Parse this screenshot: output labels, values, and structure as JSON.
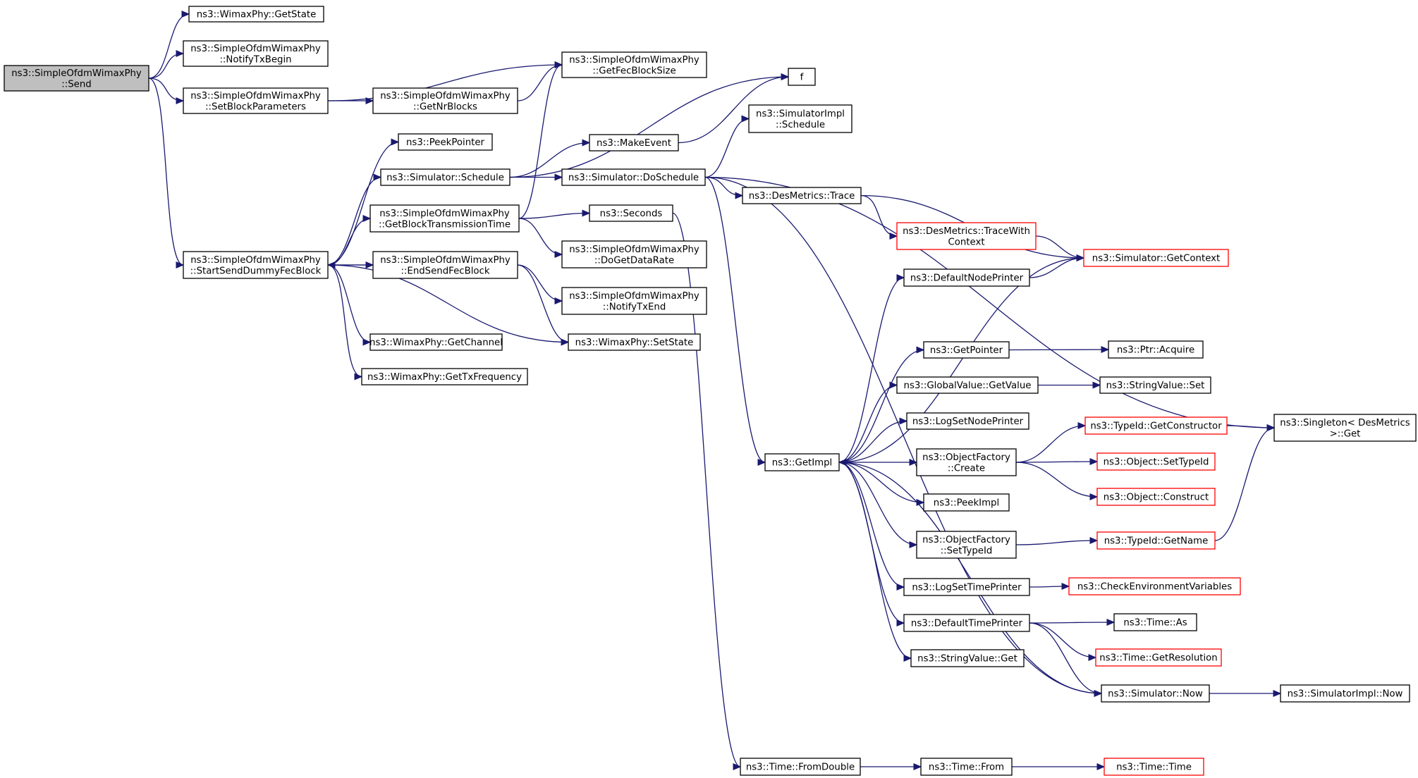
{
  "colors": {
    "edge": "#191970",
    "root_fill": "#bfbfbf",
    "node_fill": "#ffffff",
    "node_border": "#000000",
    "truncated_border": "#ff0000"
  },
  "nodes": {
    "send": {
      "lines": [
        "ns3::SimpleOfdmWimaxPhy",
        "::Send"
      ],
      "root": true
    },
    "getstate": {
      "lines": [
        "ns3::WimaxPhy::GetState"
      ]
    },
    "notifytxbegin": {
      "lines": [
        "ns3::SimpleOfdmWimaxPhy",
        "::NotifyTxBegin"
      ]
    },
    "setblockparameters": {
      "lines": [
        "ns3::SimpleOfdmWimaxPhy",
        "::SetBlockParameters"
      ]
    },
    "getfecblocksize": {
      "lines": [
        "ns3::SimpleOfdmWimaxPhy",
        "::GetFecBlockSize"
      ]
    },
    "getnrblocks": {
      "lines": [
        "ns3::SimpleOfdmWimaxPhy",
        "::GetNrBlocks"
      ]
    },
    "f": {
      "lines": [
        "f"
      ]
    },
    "peekpointer": {
      "lines": [
        "ns3::PeekPointer"
      ]
    },
    "makeevent": {
      "lines": [
        "ns3::MakeEvent"
      ]
    },
    "schedule": {
      "lines": [
        "ns3::Simulator::Schedule"
      ]
    },
    "doschedule": {
      "lines": [
        "ns3::Simulator::DoSchedule"
      ]
    },
    "implschedule": {
      "lines": [
        "ns3::SimulatorImpl",
        "::Schedule"
      ]
    },
    "getblocktxtime": {
      "lines": [
        "ns3::SimpleOfdmWimaxPhy",
        "::GetBlockTransmissionTime"
      ]
    },
    "seconds": {
      "lines": [
        "ns3::Seconds"
      ]
    },
    "dogetdatarate": {
      "lines": [
        "ns3::SimpleOfdmWimaxPhy",
        "::DoGetDataRate"
      ]
    },
    "startsenddummy": {
      "lines": [
        "ns3::SimpleOfdmWimaxPhy",
        "::StartSendDummyFecBlock"
      ]
    },
    "endsendfec": {
      "lines": [
        "ns3::SimpleOfdmWimaxPhy",
        "::EndSendFecBlock"
      ]
    },
    "notifytxend": {
      "lines": [
        "ns3::SimpleOfdmWimaxPhy",
        "::NotifyTxEnd"
      ]
    },
    "getchannel": {
      "lines": [
        "ns3::WimaxPhy::GetChannel"
      ]
    },
    "setstate": {
      "lines": [
        "ns3::WimaxPhy::SetState"
      ]
    },
    "gettxfreq": {
      "lines": [
        "ns3::WimaxPhy::GetTxFrequency"
      ]
    },
    "destrace": {
      "lines": [
        "ns3::DesMetrics::Trace"
      ]
    },
    "tracewithcontext": {
      "lines": [
        "ns3::DesMetrics::TraceWith",
        "Context"
      ],
      "truncated": true
    },
    "getcontext": {
      "lines": [
        "ns3::Simulator::GetContext"
      ],
      "truncated": true
    },
    "defaultnodeprinter": {
      "lines": [
        "ns3::DefaultNodePrinter"
      ]
    },
    "getpointer": {
      "lines": [
        "ns3::GetPointer"
      ]
    },
    "ptracquire": {
      "lines": [
        "ns3::Ptr::Acquire"
      ]
    },
    "gvgetvalue": {
      "lines": [
        "ns3::GlobalValue::GetValue"
      ]
    },
    "svset": {
      "lines": [
        "ns3::StringValue::Set"
      ]
    },
    "logsetnodeprinter": {
      "lines": [
        "ns3::LogSetNodePrinter"
      ]
    },
    "getimpl": {
      "lines": [
        "ns3::GetImpl"
      ]
    },
    "ofcreate": {
      "lines": [
        "ns3::ObjectFactory",
        "::Create"
      ]
    },
    "getconstructor": {
      "lines": [
        "ns3::TypeId::GetConstructor"
      ],
      "truncated": true
    },
    "objsettypeid": {
      "lines": [
        "ns3::Object::SetTypeId"
      ],
      "truncated": true
    },
    "objconstruct": {
      "lines": [
        "ns3::Object::Construct"
      ],
      "truncated": true
    },
    "singletonget": {
      "lines": [
        "ns3::Singleton< DesMetrics",
        " >::Get"
      ]
    },
    "peekimpl": {
      "lines": [
        "ns3::PeekImpl"
      ]
    },
    "ofsettypeid": {
      "lines": [
        "ns3::ObjectFactory",
        "::SetTypeId"
      ]
    },
    "typeidgetname": {
      "lines": [
        "ns3::TypeId::GetName"
      ],
      "truncated": true
    },
    "logsettimeprinter": {
      "lines": [
        "ns3::LogSetTimePrinter"
      ]
    },
    "checkenv": {
      "lines": [
        "ns3::CheckEnvironmentVariables"
      ],
      "truncated": true
    },
    "defaulttimeprinter": {
      "lines": [
        "ns3::DefaultTimePrinter"
      ]
    },
    "timeas": {
      "lines": [
        "ns3::Time::As"
      ]
    },
    "getresolution": {
      "lines": [
        "ns3::Time::GetResolution"
      ],
      "truncated": true
    },
    "svget": {
      "lines": [
        "ns3::StringValue::Get"
      ]
    },
    "simnow": {
      "lines": [
        "ns3::Simulator::Now"
      ]
    },
    "implnow": {
      "lines": [
        "ns3::SimulatorImpl::Now"
      ]
    },
    "fromdouble": {
      "lines": [
        "ns3::Time::FromDouble"
      ]
    },
    "timefrom": {
      "lines": [
        "ns3::Time::From"
      ]
    },
    "timetime": {
      "lines": [
        "ns3::Time::Time"
      ],
      "truncated": true
    }
  },
  "edges": [
    [
      "send",
      "getstate"
    ],
    [
      "send",
      "notifytxbegin"
    ],
    [
      "send",
      "setblockparameters"
    ],
    [
      "send",
      "startsenddummy"
    ],
    [
      "setblockparameters",
      "getfecblocksize"
    ],
    [
      "setblockparameters",
      "getnrblocks"
    ],
    [
      "getnrblocks",
      "getfecblocksize"
    ],
    [
      "startsenddummy",
      "peekpointer"
    ],
    [
      "startsenddummy",
      "schedule"
    ],
    [
      "startsenddummy",
      "getblocktxtime"
    ],
    [
      "startsenddummy",
      "endsendfec"
    ],
    [
      "startsenddummy",
      "getchannel"
    ],
    [
      "startsenddummy",
      "setstate"
    ],
    [
      "startsenddummy",
      "gettxfreq"
    ],
    [
      "endsendfec",
      "startsenddummy"
    ],
    [
      "endsendfec",
      "notifytxend"
    ],
    [
      "endsendfec",
      "setstate"
    ],
    [
      "schedule",
      "f"
    ],
    [
      "schedule",
      "makeevent"
    ],
    [
      "schedule",
      "doschedule"
    ],
    [
      "makeevent",
      "f"
    ],
    [
      "getblocktxtime",
      "getfecblocksize"
    ],
    [
      "getblocktxtime",
      "seconds"
    ],
    [
      "getblocktxtime",
      "dogetdatarate"
    ],
    [
      "seconds",
      "fromdouble"
    ],
    [
      "doschedule",
      "implschedule"
    ],
    [
      "doschedule",
      "singletonget"
    ],
    [
      "doschedule",
      "destrace"
    ],
    [
      "doschedule",
      "getimpl"
    ],
    [
      "doschedule",
      "simnow"
    ],
    [
      "destrace",
      "tracewithcontext"
    ],
    [
      "destrace",
      "getcontext"
    ],
    [
      "tracewithcontext",
      "getcontext"
    ],
    [
      "getcontext",
      "getimpl"
    ],
    [
      "getimpl",
      "defaultnodeprinter"
    ],
    [
      "getimpl",
      "getpointer"
    ],
    [
      "getimpl",
      "gvgetvalue"
    ],
    [
      "getimpl",
      "logsetnodeprinter"
    ],
    [
      "getimpl",
      "ofcreate"
    ],
    [
      "getimpl",
      "peekimpl"
    ],
    [
      "getimpl",
      "ofsettypeid"
    ],
    [
      "getimpl",
      "logsettimeprinter"
    ],
    [
      "getimpl",
      "defaulttimeprinter"
    ],
    [
      "getimpl",
      "svget"
    ],
    [
      "defaultnodeprinter",
      "getcontext"
    ],
    [
      "getpointer",
      "ptracquire"
    ],
    [
      "gvgetvalue",
      "svset"
    ],
    [
      "ofcreate",
      "getconstructor"
    ],
    [
      "ofcreate",
      "objsettypeid"
    ],
    [
      "ofcreate",
      "objconstruct"
    ],
    [
      "getconstructor",
      "singletonget"
    ],
    [
      "ofsettypeid",
      "typeidgetname"
    ],
    [
      "typeidgetname",
      "singletonget"
    ],
    [
      "logsettimeprinter",
      "checkenv"
    ],
    [
      "defaulttimeprinter",
      "timeas"
    ],
    [
      "defaulttimeprinter",
      "getresolution"
    ],
    [
      "defaulttimeprinter",
      "simnow"
    ],
    [
      "simnow",
      "getimpl"
    ],
    [
      "simnow",
      "implnow"
    ],
    [
      "fromdouble",
      "timefrom"
    ],
    [
      "timefrom",
      "timetime"
    ]
  ]
}
